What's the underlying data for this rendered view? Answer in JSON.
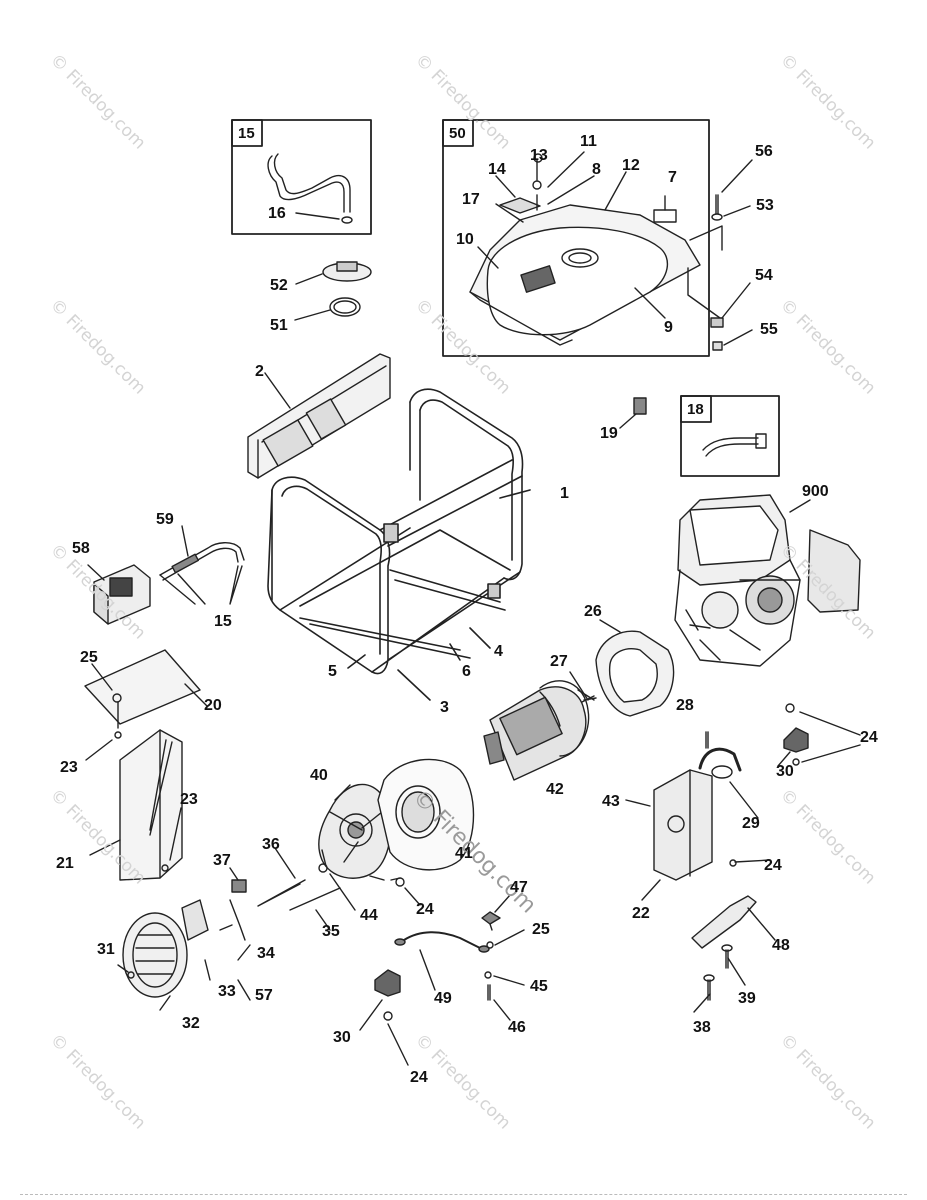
{
  "watermark": {
    "text": "© Firedog.com",
    "center_text": "© Firedog.com"
  },
  "boxes": [
    {
      "id": "box-15",
      "label": "15"
    },
    {
      "id": "box-50",
      "label": "50"
    },
    {
      "id": "box-18",
      "label": "18"
    }
  ],
  "callouts": [
    {
      "id": "c13",
      "text": "13"
    },
    {
      "id": "c11",
      "text": "11"
    },
    {
      "id": "c14",
      "text": "14"
    },
    {
      "id": "c8",
      "text": "8"
    },
    {
      "id": "c12",
      "text": "12"
    },
    {
      "id": "c7",
      "text": "7"
    },
    {
      "id": "c17",
      "text": "17"
    },
    {
      "id": "c10",
      "text": "10"
    },
    {
      "id": "c9",
      "text": "9"
    },
    {
      "id": "c56",
      "text": "56"
    },
    {
      "id": "c53",
      "text": "53"
    },
    {
      "id": "c54",
      "text": "54"
    },
    {
      "id": "c55",
      "text": "55"
    },
    {
      "id": "c16",
      "text": "16"
    },
    {
      "id": "c52",
      "text": "52"
    },
    {
      "id": "c51",
      "text": "51"
    },
    {
      "id": "c2",
      "text": "2"
    },
    {
      "id": "c19",
      "text": "19"
    },
    {
      "id": "c1",
      "text": "1"
    },
    {
      "id": "c900",
      "text": "900"
    },
    {
      "id": "c59",
      "text": "59"
    },
    {
      "id": "c58",
      "text": "58"
    },
    {
      "id": "c15b",
      "text": "15"
    },
    {
      "id": "c26",
      "text": "26"
    },
    {
      "id": "c4",
      "text": "4"
    },
    {
      "id": "c5",
      "text": "5"
    },
    {
      "id": "c6",
      "text": "6"
    },
    {
      "id": "c3",
      "text": "3"
    },
    {
      "id": "c27",
      "text": "27"
    },
    {
      "id": "c25a",
      "text": "25"
    },
    {
      "id": "c20",
      "text": "20"
    },
    {
      "id": "c28",
      "text": "28"
    },
    {
      "id": "c24a",
      "text": "24"
    },
    {
      "id": "c23a",
      "text": "23"
    },
    {
      "id": "c40",
      "text": "40"
    },
    {
      "id": "c42",
      "text": "42"
    },
    {
      "id": "c30a",
      "text": "30"
    },
    {
      "id": "c43",
      "text": "43"
    },
    {
      "id": "c29",
      "text": "29"
    },
    {
      "id": "c23b",
      "text": "23"
    },
    {
      "id": "c41",
      "text": "41"
    },
    {
      "id": "c21",
      "text": "21"
    },
    {
      "id": "c36",
      "text": "36"
    },
    {
      "id": "c37",
      "text": "37"
    },
    {
      "id": "c24b",
      "text": "24"
    },
    {
      "id": "c47",
      "text": "47"
    },
    {
      "id": "c44",
      "text": "44"
    },
    {
      "id": "c24c",
      "text": "24"
    },
    {
      "id": "c22",
      "text": "22"
    },
    {
      "id": "c35",
      "text": "35"
    },
    {
      "id": "c25b",
      "text": "25"
    },
    {
      "id": "c48",
      "text": "48"
    },
    {
      "id": "c31",
      "text": "31"
    },
    {
      "id": "c34",
      "text": "34"
    },
    {
      "id": "c33",
      "text": "33"
    },
    {
      "id": "c57",
      "text": "57"
    },
    {
      "id": "c49",
      "text": "49"
    },
    {
      "id": "c45",
      "text": "45"
    },
    {
      "id": "c39",
      "text": "39"
    },
    {
      "id": "c32",
      "text": "32"
    },
    {
      "id": "c46",
      "text": "46"
    },
    {
      "id": "c38",
      "text": "38"
    },
    {
      "id": "c30b",
      "text": "30"
    },
    {
      "id": "c24d",
      "text": "24"
    }
  ]
}
